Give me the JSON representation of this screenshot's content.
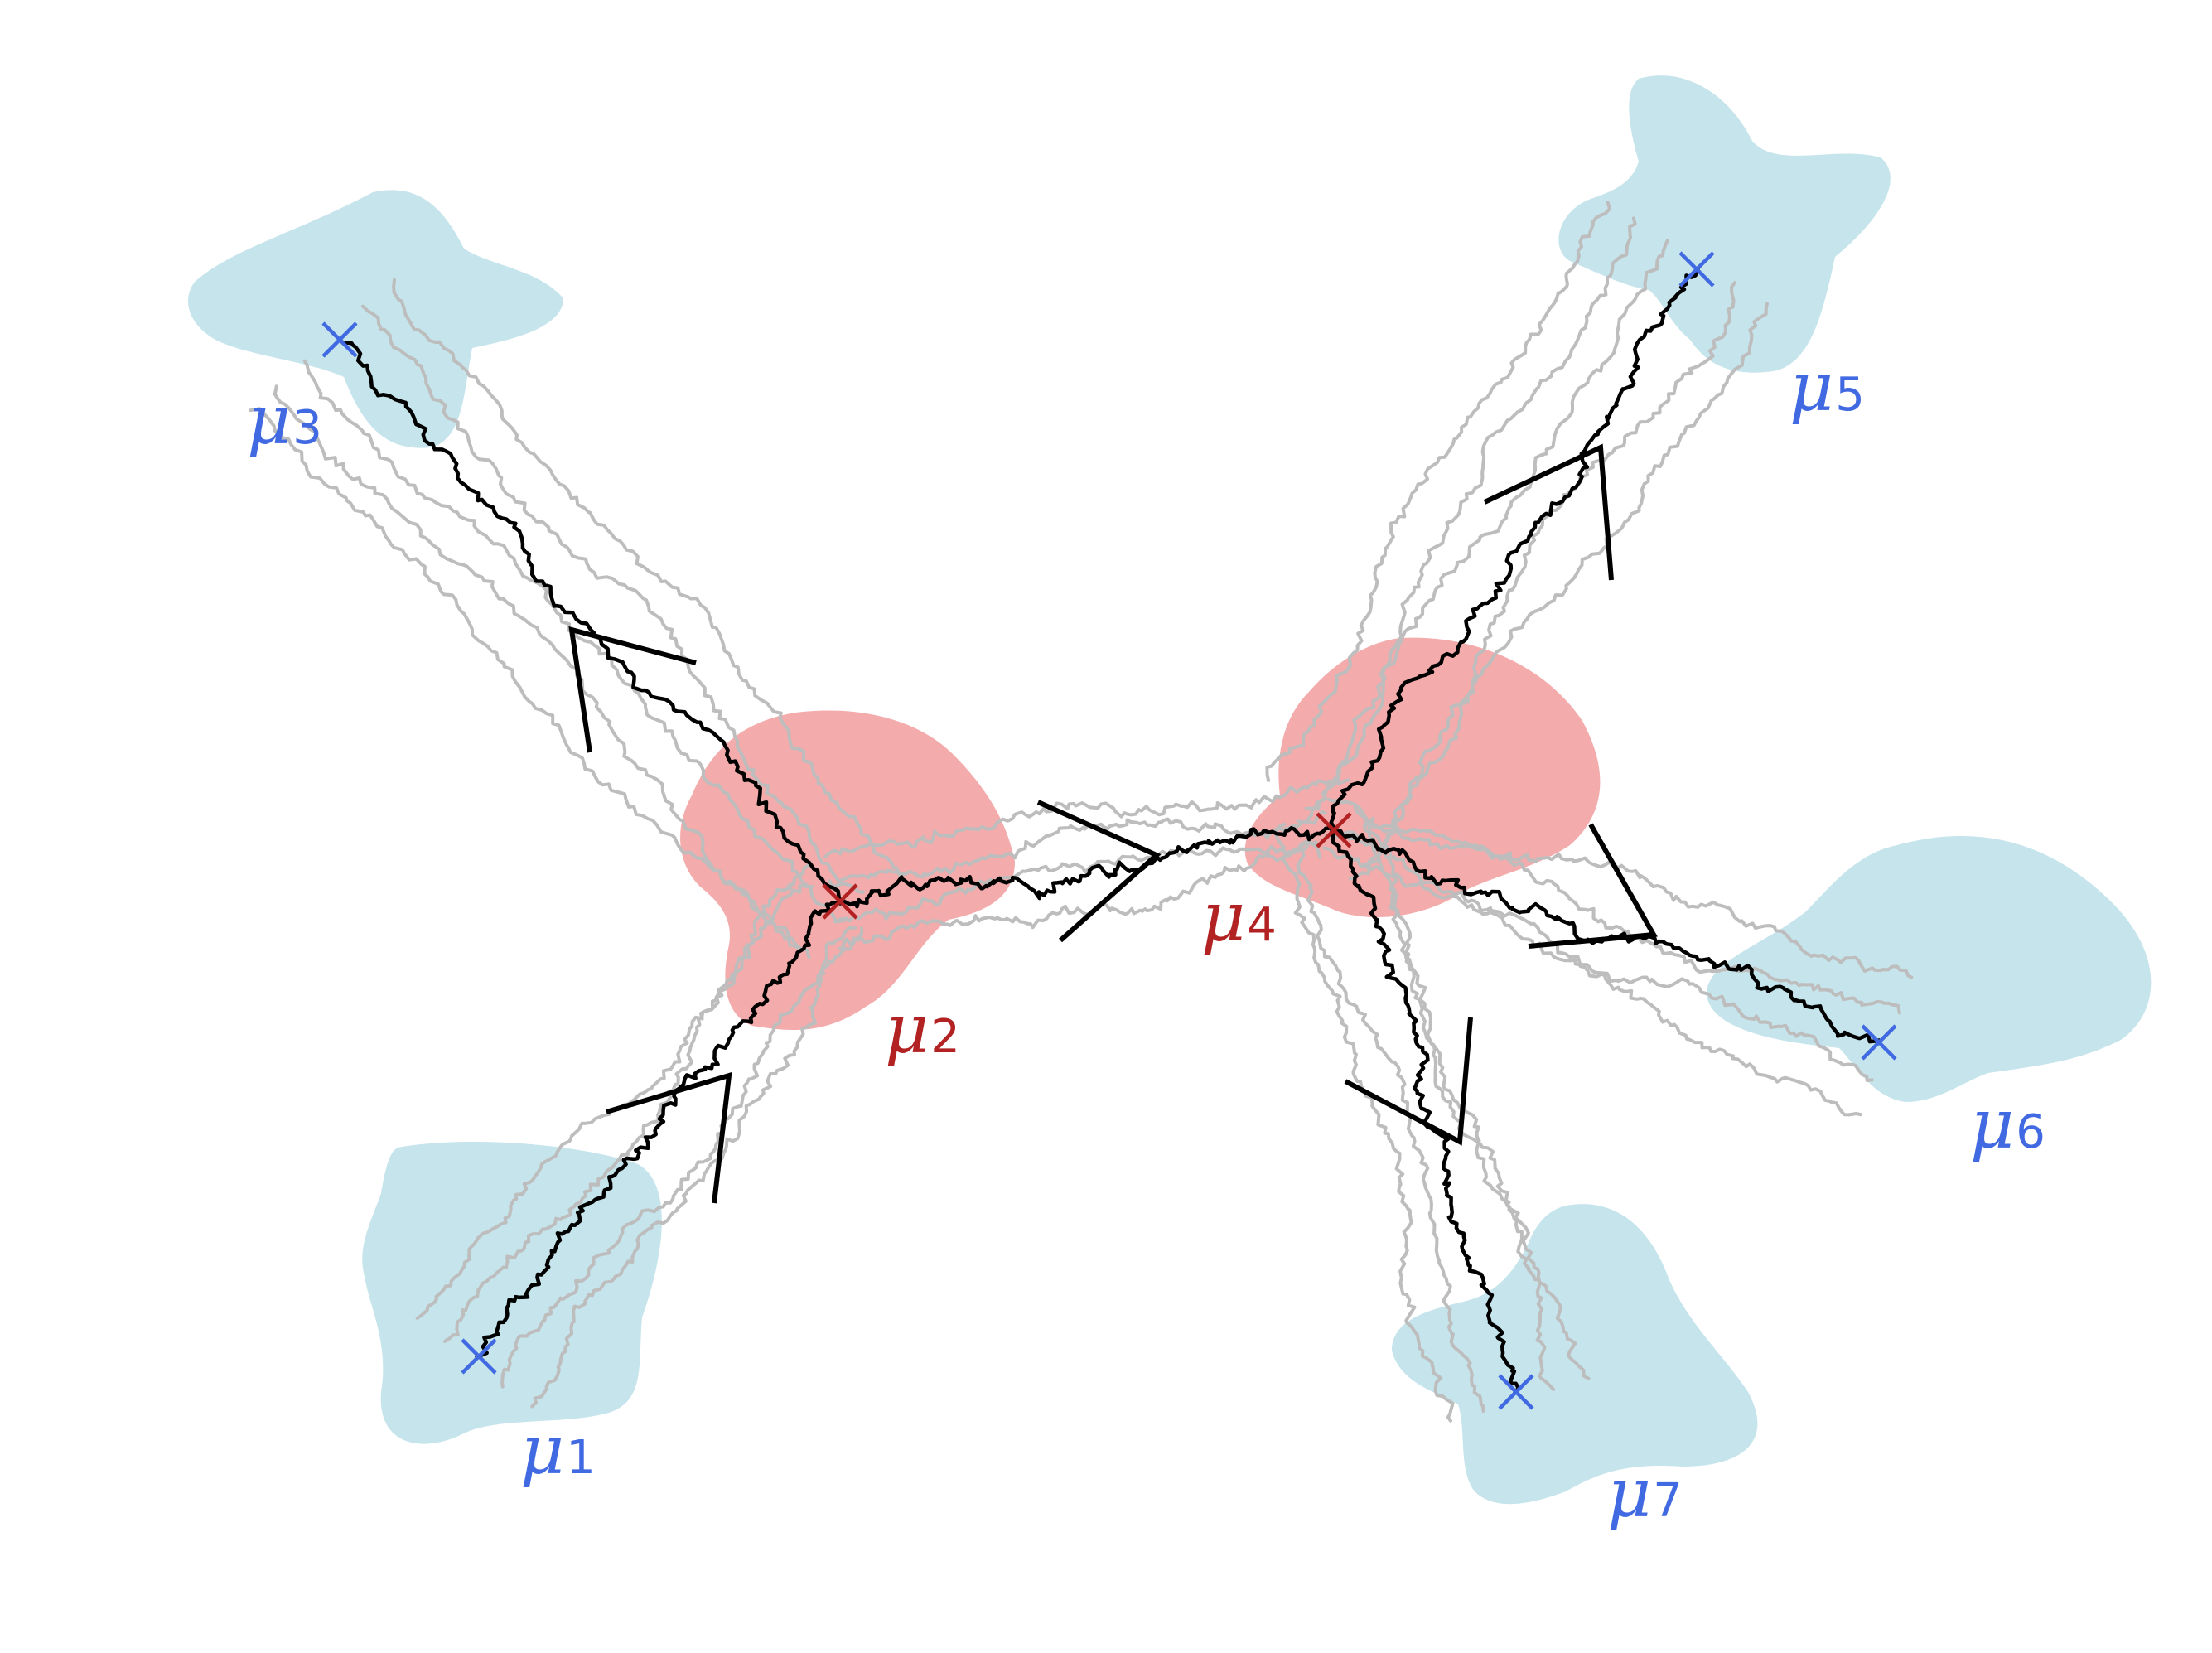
{
  "colors": {
    "leaf_region": "#a8d5e2",
    "internal_region": "#ef8a8c",
    "leaf_label": "#4169e1",
    "internal_label": "#b22222",
    "path_gray": "#bdbdbd",
    "path_black": "#000000"
  },
  "nodes": [
    {
      "id": "mu1",
      "symbol": "μ",
      "subscript": "1",
      "kind": "leaf"
    },
    {
      "id": "mu2",
      "symbol": "μ",
      "subscript": "2",
      "kind": "internal"
    },
    {
      "id": "mu3",
      "symbol": "μ",
      "subscript": "3",
      "kind": "leaf"
    },
    {
      "id": "mu4",
      "symbol": "μ",
      "subscript": "4",
      "kind": "internal"
    },
    {
      "id": "mu5",
      "symbol": "μ",
      "subscript": "5",
      "kind": "leaf"
    },
    {
      "id": "mu6",
      "symbol": "μ",
      "subscript": "6",
      "kind": "leaf"
    },
    {
      "id": "mu7",
      "symbol": "μ",
      "subscript": "7",
      "kind": "leaf"
    }
  ],
  "edges": [
    {
      "from": "mu1",
      "to": "mu2"
    },
    {
      "from": "mu3",
      "to": "mu2"
    },
    {
      "from": "mu2",
      "to": "mu4"
    },
    {
      "from": "mu5",
      "to": "mu4"
    },
    {
      "from": "mu6",
      "to": "mu4"
    },
    {
      "from": "mu7",
      "to": "mu4"
    }
  ]
}
